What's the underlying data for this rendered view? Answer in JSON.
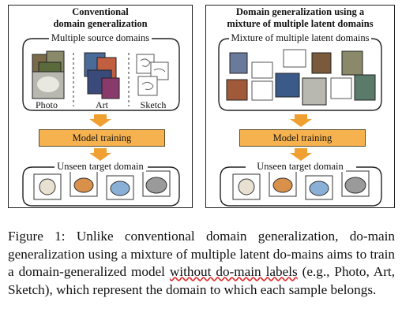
{
  "left_panel": {
    "title_line1": "Conventional",
    "title_line2": "domain generalization",
    "source_label": "Multiple source domains",
    "domains": [
      "Photo",
      "Art",
      "Sketch"
    ],
    "training": "Model training",
    "target_label": "Unseen target domain"
  },
  "right_panel": {
    "title_line1": "Domain generalization using a",
    "title_line2": "mixture of multiple latent domains",
    "source_label": "Mixture of multiple latent domains",
    "training": "Model training",
    "target_label": "Unseen target domain"
  },
  "caption": {
    "part1": "Figure 1: Unlike conventional domain generalization, do-main generalization using a mixture of multiple latent do-mains aims to train a domain-generalized model ",
    "underlined": "without do-main labels",
    "part2": " (e.g., Photo, Art, Sketch), which represent the domain to which each sample belongs."
  },
  "colors": {
    "training_box": "#f6b24e",
    "arrow": "#f0a030",
    "underline": "#e03030"
  }
}
